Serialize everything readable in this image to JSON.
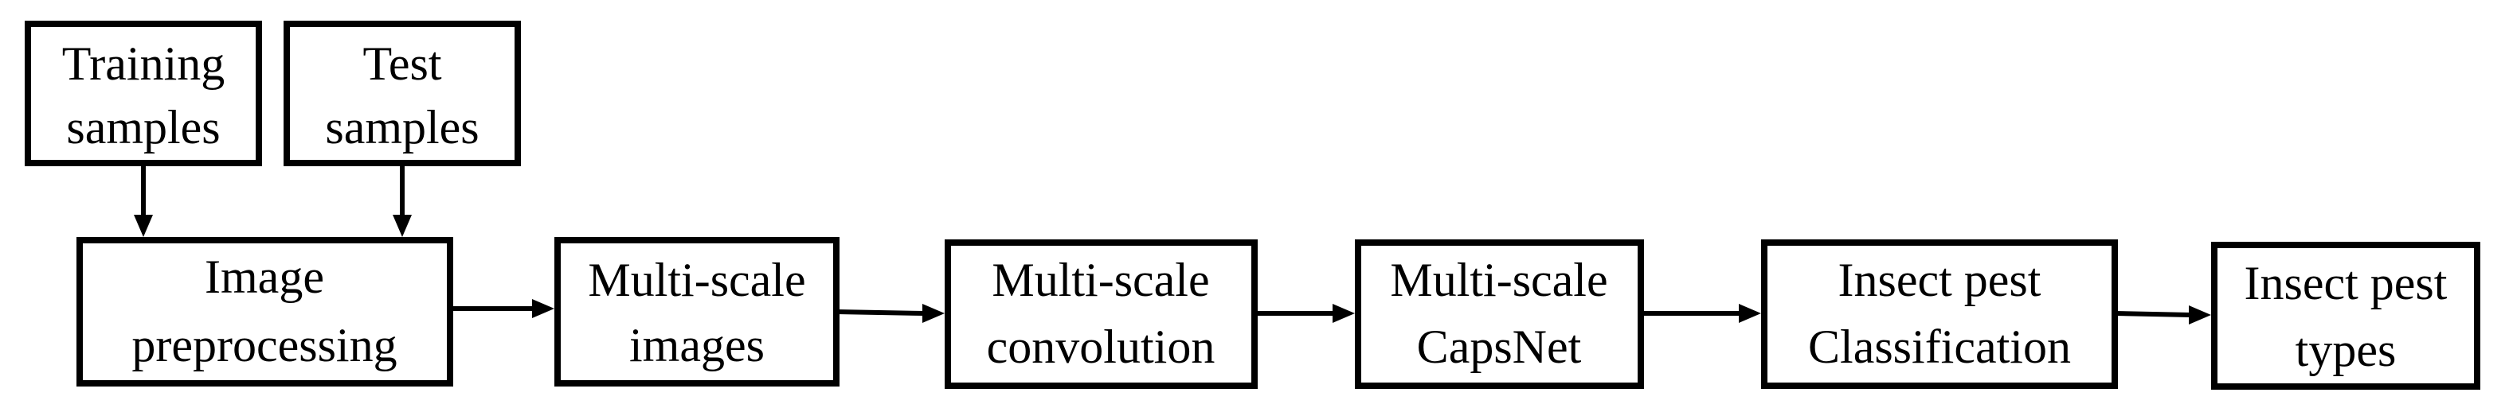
{
  "diagram": {
    "nodes": {
      "training_samples": {
        "line1": "Training",
        "line2": "samples"
      },
      "test_samples": {
        "line1": "Test",
        "line2": "samples"
      },
      "image_preprocessing": {
        "line1": "Image",
        "line2": "preprocessing"
      },
      "multiscale_images": {
        "line1": "Multi-scale",
        "line2": "images"
      },
      "multiscale_convolution": {
        "line1": "Multi-scale",
        "line2": "convolution"
      },
      "multiscale_capsnet": {
        "line1": "Multi-scale",
        "line2": "CapsNet"
      },
      "insect_pest_classification": {
        "line1": "Insect pest",
        "line2": "Classification"
      },
      "insect_pest_types": {
        "line1": "Insect pest",
        "line2": "types"
      }
    },
    "edges": [
      {
        "from": "training_samples",
        "to": "image_preprocessing"
      },
      {
        "from": "test_samples",
        "to": "image_preprocessing"
      },
      {
        "from": "image_preprocessing",
        "to": "multiscale_images"
      },
      {
        "from": "multiscale_images",
        "to": "multiscale_convolution"
      },
      {
        "from": "multiscale_convolution",
        "to": "multiscale_capsnet"
      },
      {
        "from": "multiscale_capsnet",
        "to": "insect_pest_classification"
      },
      {
        "from": "insect_pest_classification",
        "to": "insect_pest_types"
      }
    ]
  }
}
